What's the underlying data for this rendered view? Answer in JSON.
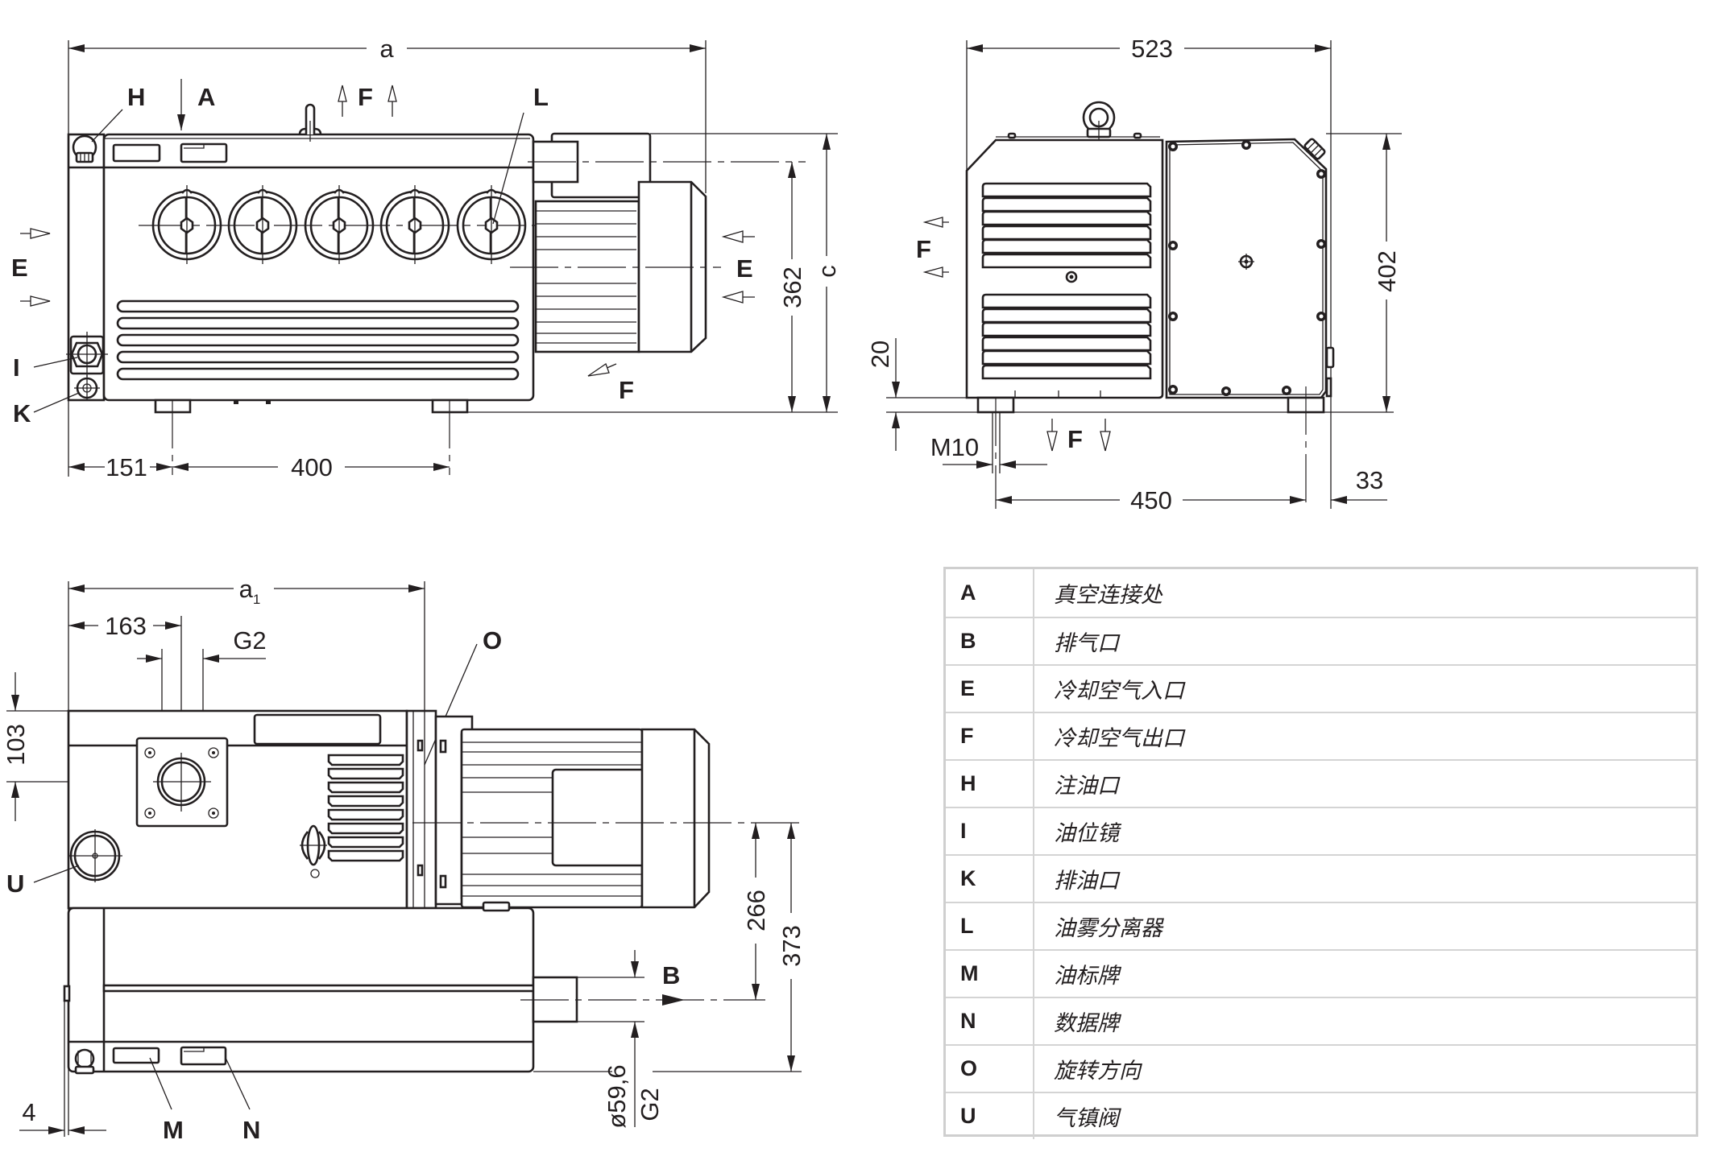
{
  "title": "Vacuum pump dimension drawing",
  "views": {
    "side_view": {
      "labels": {
        "H": "H",
        "A": "A",
        "F_top": "F",
        "L": "L",
        "E_left": "E",
        "E_right": "E",
        "I": "I",
        "K": "K",
        "F_motor": "F"
      },
      "dimensions": {
        "overall_length": "a",
        "foot_offset": "151",
        "foot_spacing": "400",
        "height_to_outlet": "362",
        "overall_height": "c"
      }
    },
    "end_view": {
      "labels": {
        "F_side": "F",
        "F_bottom": "F"
      },
      "dimensions": {
        "width": "523",
        "height": "402",
        "foot_height": "20",
        "bolt": "M10",
        "foot_spacing": "450",
        "overhang": "33"
      }
    },
    "top_view": {
      "labels": {
        "O": "O",
        "U": "U",
        "B": "B",
        "M": "M",
        "N": "N"
      },
      "dimensions": {
        "length_a1": "a",
        "length_a1_sub": "1",
        "inlet_offset": "163",
        "inlet_thread": "G2",
        "inlet_depth": "103",
        "outlet_center": "266",
        "outlet_total": "373",
        "outlet_diameter": "ø59,6",
        "outlet_thread": "G2",
        "edge_offset": "4"
      }
    }
  },
  "legend": [
    {
      "key": "A",
      "label": "真空连接处"
    },
    {
      "key": "B",
      "label": "排气口"
    },
    {
      "key": "E",
      "label": "冷却空气入口"
    },
    {
      "key": "F",
      "label": "冷却空气出口"
    },
    {
      "key": "H",
      "label": "注油口"
    },
    {
      "key": "I",
      "label": "油位镜"
    },
    {
      "key": "K",
      "label": "排油口"
    },
    {
      "key": "L",
      "label": "油雾分离器"
    },
    {
      "key": "M",
      "label": "油标牌"
    },
    {
      "key": "N",
      "label": "数据牌"
    },
    {
      "key": "O",
      "label": "旋转方向"
    },
    {
      "key": "U",
      "label": "气镇阀"
    }
  ],
  "colors": {
    "line": "#231f20",
    "table_border": "#cfcfcf",
    "background": "#ffffff"
  }
}
